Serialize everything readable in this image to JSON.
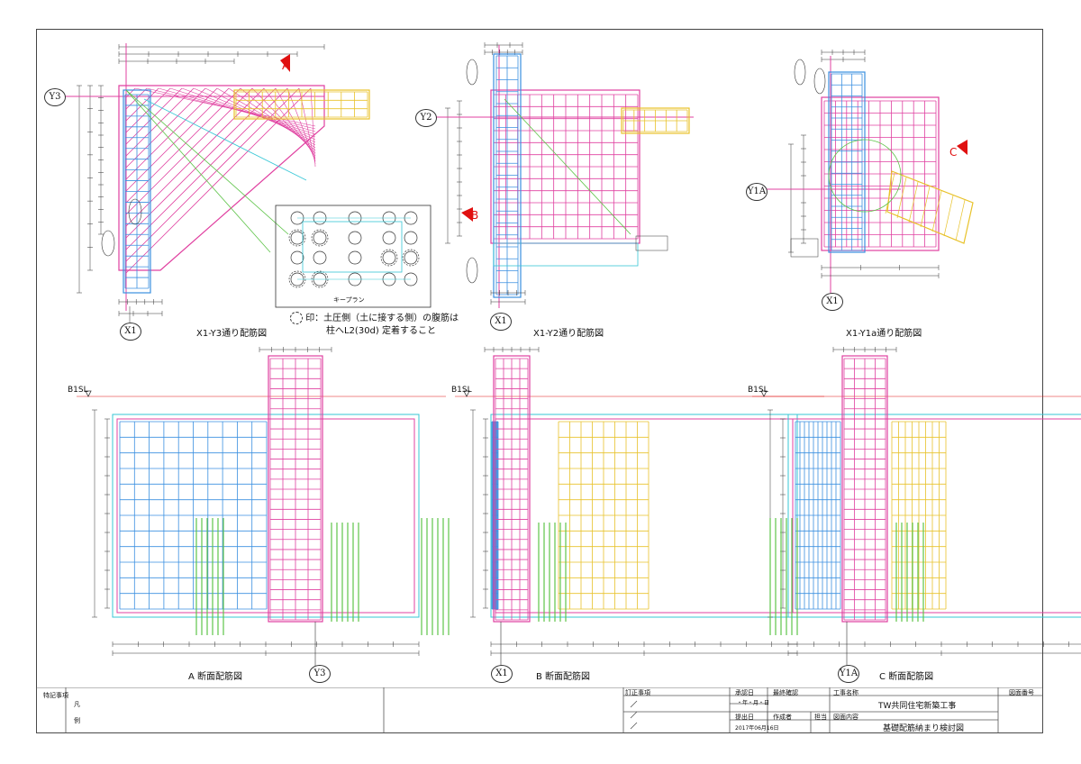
{
  "views": {
    "x1_y3": {
      "title": "X1-Y3通り配筋図",
      "grid_left": "Y3",
      "grid_bottom": "X1",
      "marker": "A"
    },
    "x1_y2": {
      "title": "X1-Y2通り配筋図",
      "grid_left": "Y2",
      "grid_bottom": "X1",
      "marker": "B"
    },
    "x1_y1a": {
      "title": "X1-Y1a通り配筋図",
      "grid_left": "Y1A",
      "grid_bottom": "X1",
      "marker": "C"
    },
    "section_a": {
      "title": "A 断面配筋図",
      "grid": "Y3",
      "level": "B1SL"
    },
    "section_b": {
      "title": "B 断面配筋図",
      "grid": "X1",
      "level": "B1SL"
    },
    "section_c": {
      "title": "C 断面配筋図",
      "grid": "Y1A",
      "level": "B1SL"
    }
  },
  "keyplan": {
    "label": "キープラン"
  },
  "note": {
    "line1": "印：土圧側（土に接する側）の腹筋は",
    "line2": "柱へL2(30d) 定着すること"
  },
  "title_block": {
    "special_notes": "特記事項",
    "legend_1": "凡",
    "legend_2": "例",
    "revision": "訂正事項",
    "approval_date": "承認日",
    "final_check": "最終確認",
    "date_placeholder": "・年・月・日",
    "submit_date": "提出日",
    "author": "作成者",
    "in_charge": "担当",
    "date_value": "2017年06月16日",
    "project_label": "工事名称",
    "project_name": "TW共同住宅新築工事",
    "drawing_label": "図面内容",
    "drawing_name": "基礎配筋納まり検討図",
    "drawing_no_label": "図面番号"
  },
  "colors": {
    "pink": "#e040a0",
    "blue": "#3a8fe0",
    "yellow": "#e8c22a",
    "green": "#5fc44a",
    "cyan": "#35c7d6",
    "red": "#e01010",
    "dark": "#333333"
  }
}
